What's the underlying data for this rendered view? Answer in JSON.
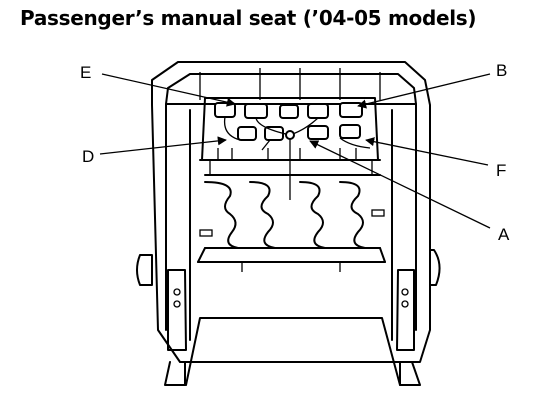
{
  "title": "Passenger’s manual seat (’04-05 models)",
  "callouts": {
    "a": "A",
    "b": "B",
    "d": "D",
    "e": "E",
    "f": "F"
  }
}
